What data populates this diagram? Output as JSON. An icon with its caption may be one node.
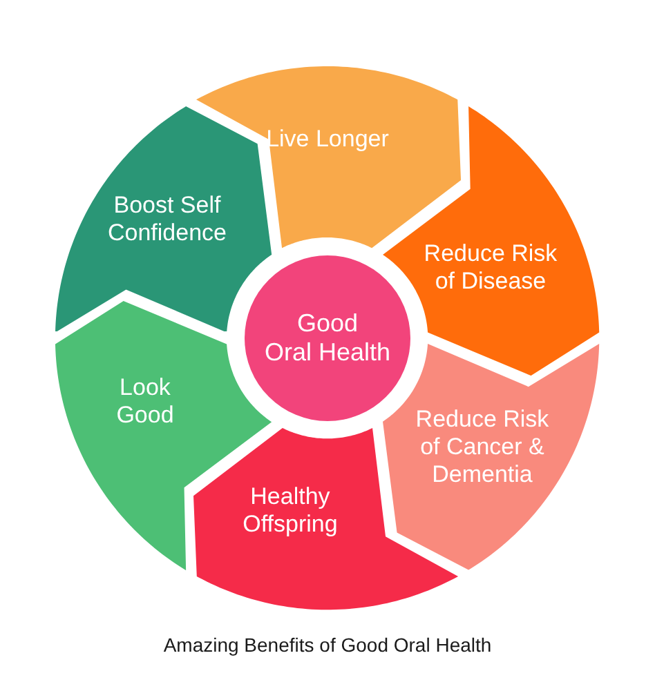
{
  "diagram": {
    "caption": "Amazing Benefits of Good Oral Health",
    "nodes": [
      {
        "text": [
          "Good Oral Health"
        ]
      },
      {
        "text": [
          "Live Longer"
        ]
      },
      {
        "text": [
          "Reduce Risk of Disease"
        ]
      },
      {
        "text": [
          "Reduce Risk of Cancer & Dementia"
        ]
      },
      {
        "text": [
          "Healthy Offspring"
        ]
      },
      {
        "text": [
          "Look Good"
        ]
      },
      {
        "text": [
          "Boost Self Confidence"
        ]
      }
    ]
  }
}
